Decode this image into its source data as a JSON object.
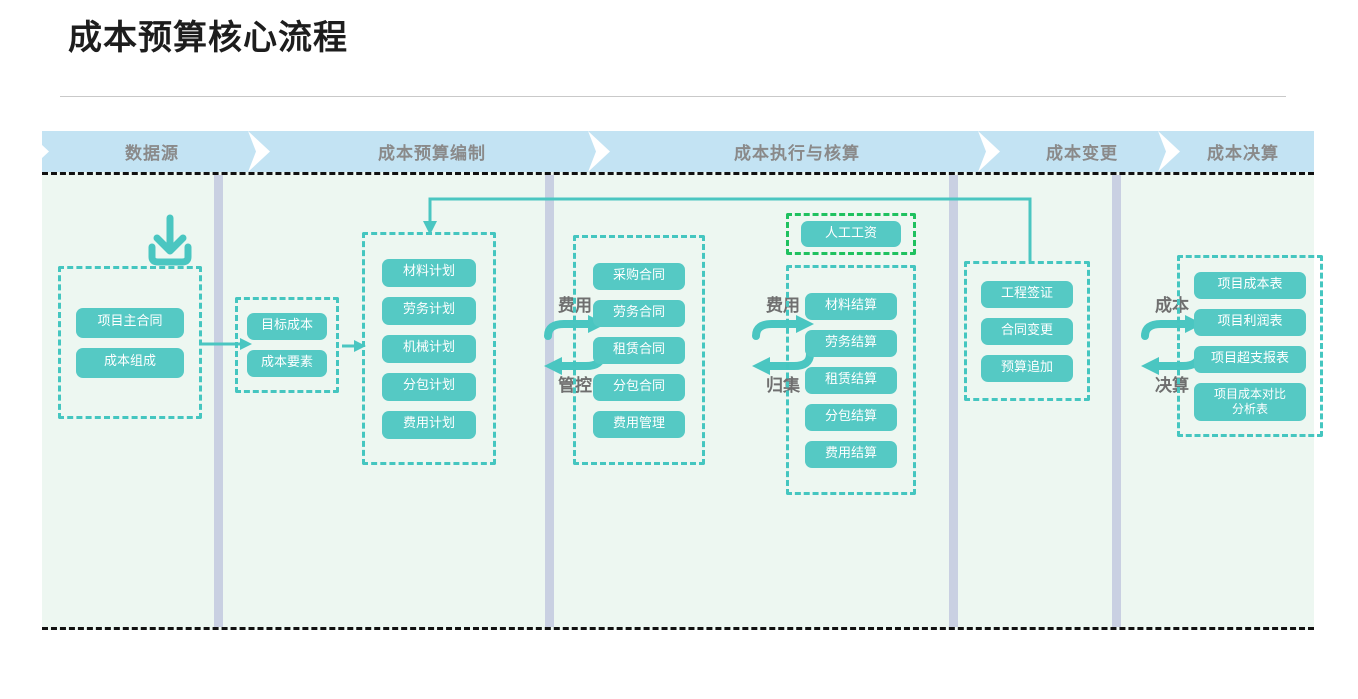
{
  "page": {
    "title": "成本预算核心流程"
  },
  "stages": [
    {
      "label": "数据源"
    },
    {
      "label": "成本预算编制"
    },
    {
      "label": "成本执行与核算"
    },
    {
      "label": "成本变更"
    },
    {
      "label": "成本决算"
    }
  ],
  "icons": {
    "download": "download-icon"
  },
  "groups": {
    "data_source": {
      "items": [
        "项目主合同",
        "成本组成"
      ]
    },
    "target_cost": {
      "items": [
        "目标成本",
        "成本要素"
      ]
    },
    "plans": {
      "items": [
        "材料计划",
        "劳务计划",
        "机械计划",
        "分包计划",
        "费用计划"
      ]
    },
    "contracts": {
      "items": [
        "采购合同",
        "劳务合同",
        "租赁合同",
        "分包合同",
        "费用管理"
      ]
    },
    "labor_wage": {
      "items": [
        "人工工资"
      ]
    },
    "settlements": {
      "items": [
        "材料结算",
        "劳务结算",
        "租赁结算",
        "分包结算",
        "费用结算"
      ]
    },
    "changes": {
      "items": [
        "工程签证",
        "合同变更",
        "预算追加"
      ]
    },
    "reports": {
      "items": [
        "项目成本表",
        "项目利润表",
        "项目超支报表",
        "项目成本对比\n分析表"
      ]
    }
  },
  "cycles": [
    {
      "top": "费用",
      "bottom": "管控"
    },
    {
      "top": "费用",
      "bottom": "归集"
    },
    {
      "top": "成本",
      "bottom": "决算"
    }
  ],
  "colors": {
    "chip": "#55c9c4",
    "dashed_teal": "#45c6c0",
    "dashed_green": "#1fc15f",
    "header_band": "#c3e3f3",
    "header_text": "#8a8a8a",
    "body_bg": "#edf7f1",
    "separator": "#c9d0e2",
    "arrow": "#4ac6c1"
  }
}
